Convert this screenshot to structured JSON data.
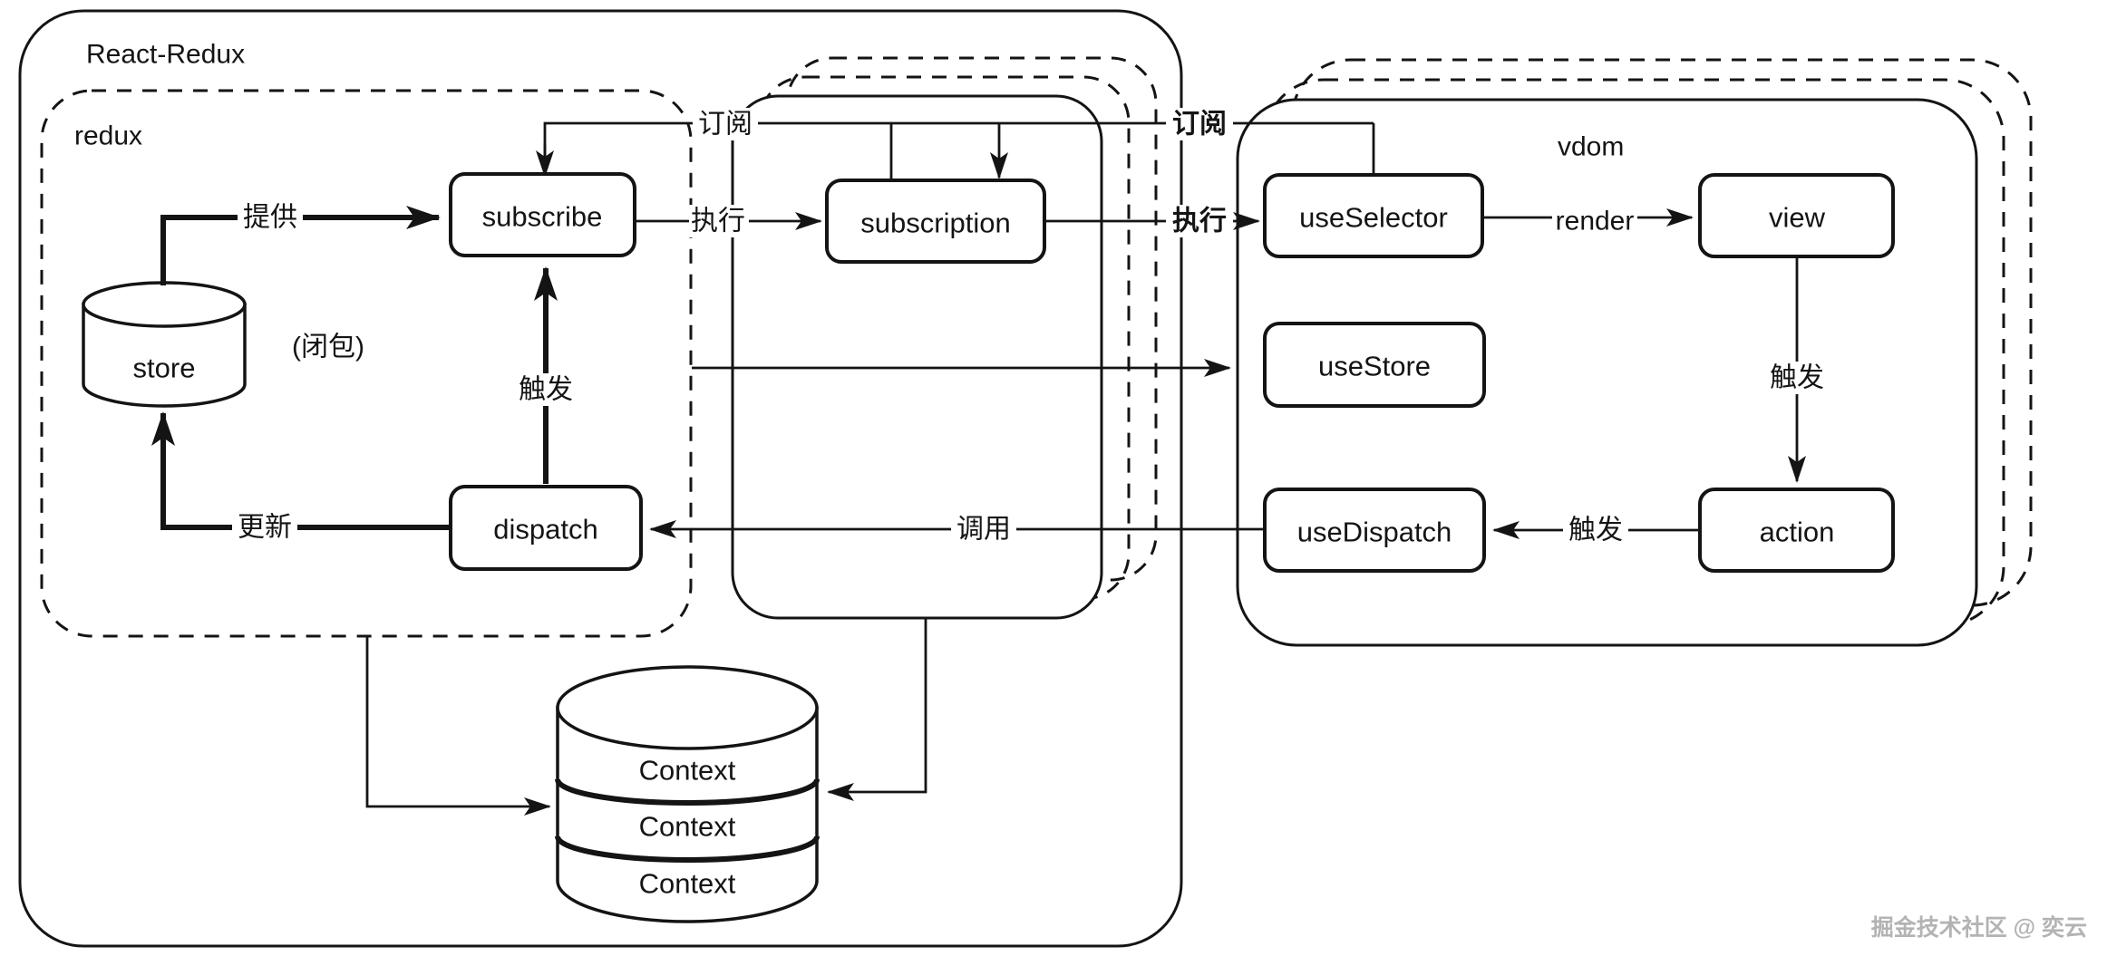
{
  "containers": {
    "react_redux": {
      "label": "React-Redux"
    },
    "redux": {
      "label": "redux"
    },
    "vdom": {
      "label": "vdom"
    }
  },
  "nodes": {
    "subscribe": "subscribe",
    "subscription": "subscription",
    "useSelector": "useSelector",
    "view": "view",
    "useStore": "useStore",
    "dispatch": "dispatch",
    "useDispatch": "useDispatch",
    "action": "action",
    "store": "store"
  },
  "context_stack": {
    "items": [
      "Context",
      "Context",
      "Context"
    ]
  },
  "edge_labels": {
    "provide": "提供",
    "subscribe_left": "订阅",
    "execute_left": "执行",
    "subscribe_right": "订阅",
    "execute_right": "执行",
    "trigger_dispatch": "触发",
    "update": "更新",
    "closure": "(闭包)",
    "call": "调用",
    "render": "render",
    "trigger_view": "触发",
    "trigger_action": "触发"
  },
  "watermark": "掘金技术社区 @ 奕云",
  "colors": {
    "line": "#141414",
    "background": "#ffffff",
    "watermark": "#b3b3b3"
  }
}
